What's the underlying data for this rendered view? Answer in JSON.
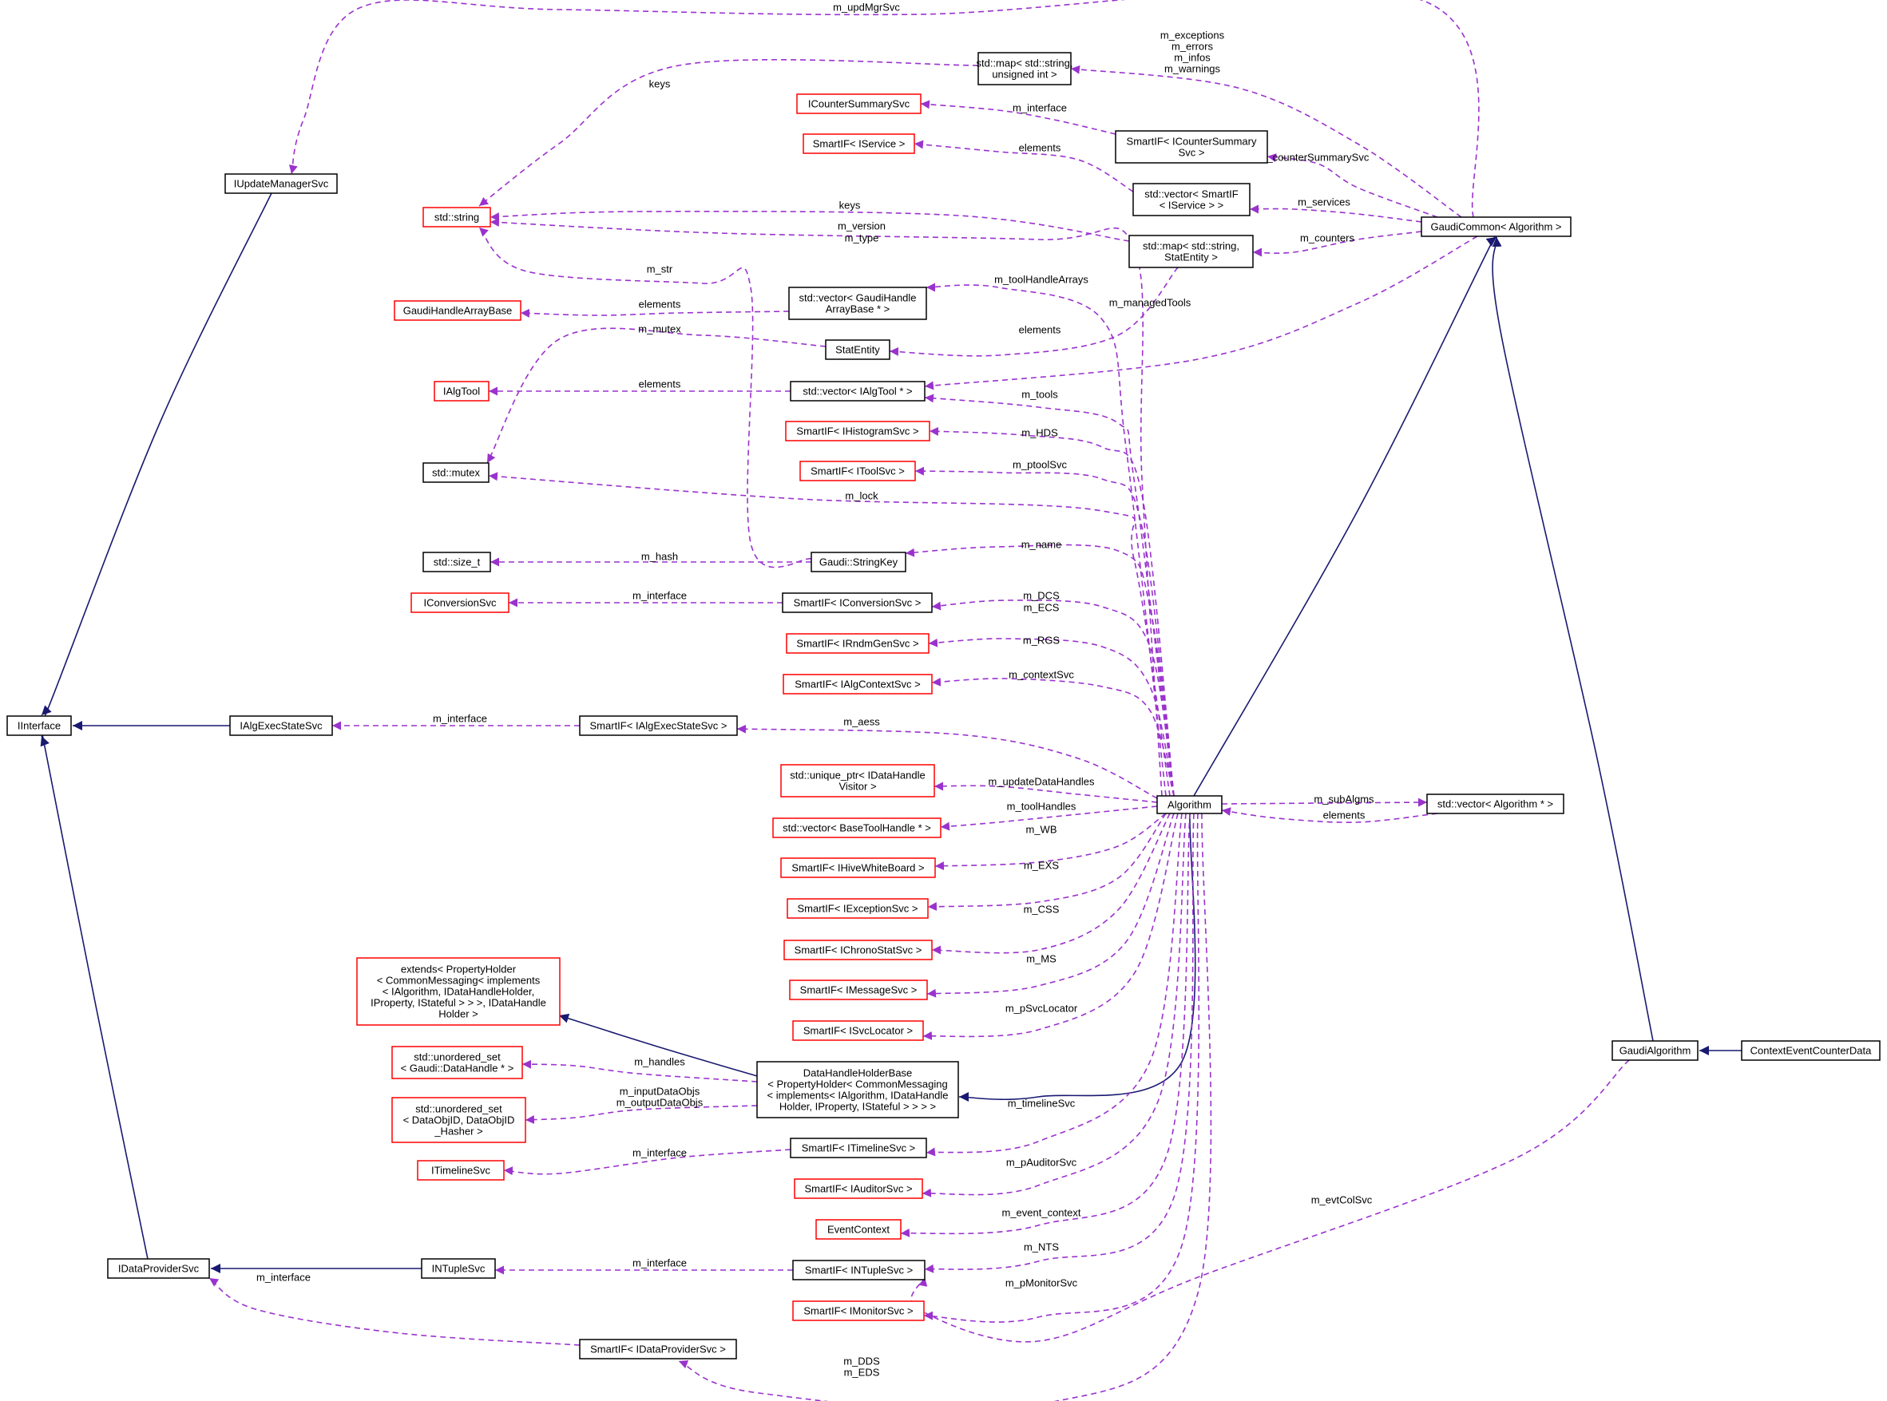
{
  "colors": {
    "inherit_edge": "#191970",
    "member_edge": "#9a32cd",
    "complete_border": "#000000",
    "incomplete_border": "#ff0000",
    "focus_fill": "#bfbfbf"
  },
  "nodes": [
    {
      "id": "IUpdateManagerSvc",
      "lines": [
        "IUpdateManagerSvc"
      ],
      "border": "black"
    },
    {
      "id": "IInterface",
      "lines": [
        "IInterface"
      ],
      "border": "black"
    },
    {
      "id": "IAlgExecStateSvc",
      "lines": [
        "IAlgExecStateSvc"
      ],
      "border": "black"
    },
    {
      "id": "IDataProviderSvc",
      "lines": [
        "IDataProviderSvc"
      ],
      "border": "black"
    },
    {
      "id": "INTupleSvc",
      "lines": [
        "INTupleSvc"
      ],
      "border": "black"
    },
    {
      "id": "std_string",
      "lines": [
        "std::string"
      ],
      "border": "red"
    },
    {
      "id": "GaudiHandleArrayBase",
      "lines": [
        "GaudiHandleArrayBase"
      ],
      "border": "red"
    },
    {
      "id": "IAlgTool",
      "lines": [
        "IAlgTool"
      ],
      "border": "red"
    },
    {
      "id": "std_mutex",
      "lines": [
        "std::mutex"
      ],
      "border": "black"
    },
    {
      "id": "std_size_t",
      "lines": [
        "std::size_t"
      ],
      "border": "black"
    },
    {
      "id": "IConversionSvc",
      "lines": [
        "IConversionSvc"
      ],
      "border": "red"
    },
    {
      "id": "extends_ph",
      "lines": [
        "extends< PropertyHolder",
        "< CommonMessaging< implements",
        "< IAlgorithm, IDataHandleHolder,",
        "IProperty, IStateful > > >, IDataHandle",
        "Holder >"
      ],
      "border": "red"
    },
    {
      "id": "uset_handle",
      "lines": [
        "std::unordered_set",
        "< Gaudi::DataHandle * >"
      ],
      "border": "red"
    },
    {
      "id": "uset_dataobj",
      "lines": [
        "std::unordered_set",
        "< DataObjID, DataObjID",
        "_Hasher >"
      ],
      "border": "red"
    },
    {
      "id": "ITimelineSvc",
      "lines": [
        "ITimelineSvc"
      ],
      "border": "red"
    },
    {
      "id": "map_string_uint",
      "lines": [
        "std::map< std::string,",
        "unsigned int >"
      ],
      "border": "black"
    },
    {
      "id": "ICounterSummarySvc",
      "lines": [
        "ICounterSummarySvc"
      ],
      "border": "red"
    },
    {
      "id": "SmartIF_IService",
      "lines": [
        "SmartIF< IService >"
      ],
      "border": "red"
    },
    {
      "id": "vec_GaudiHandleArrayBase",
      "lines": [
        "std::vector< GaudiHandle",
        "ArrayBase * >"
      ],
      "border": "black"
    },
    {
      "id": "StatEntity",
      "lines": [
        "StatEntity"
      ],
      "border": "black"
    },
    {
      "id": "vec_IAlgTool",
      "lines": [
        "std::vector< IAlgTool * >"
      ],
      "border": "black"
    },
    {
      "id": "SmartIF_IHistogramSvc",
      "lines": [
        "SmartIF< IHistogramSvc >"
      ],
      "border": "red"
    },
    {
      "id": "SmartIF_IToolSvc",
      "lines": [
        "SmartIF< IToolSvc >"
      ],
      "border": "red"
    },
    {
      "id": "Gaudi_StringKey",
      "lines": [
        "Gaudi::StringKey"
      ],
      "border": "black"
    },
    {
      "id": "SmartIF_IConversionSvc",
      "lines": [
        "SmartIF< IConversionSvc >"
      ],
      "border": "black"
    },
    {
      "id": "SmartIF_IRndmGenSvc",
      "lines": [
        "SmartIF< IRndmGenSvc >"
      ],
      "border": "red"
    },
    {
      "id": "SmartIF_IAlgContextSvc",
      "lines": [
        "SmartIF< IAlgContextSvc >"
      ],
      "border": "red"
    },
    {
      "id": "SmartIF_IAlgExecStateSvc",
      "lines": [
        "SmartIF< IAlgExecStateSvc >"
      ],
      "border": "black"
    },
    {
      "id": "uptr_IDataHandleVisitor",
      "lines": [
        "std::unique_ptr< IDataHandle",
        "Visitor >"
      ],
      "border": "red"
    },
    {
      "id": "vec_BaseToolHandle",
      "lines": [
        "std::vector< BaseToolHandle * >"
      ],
      "border": "red"
    },
    {
      "id": "SmartIF_IHiveWhiteBoard",
      "lines": [
        "SmartIF< IHiveWhiteBoard >"
      ],
      "border": "red"
    },
    {
      "id": "SmartIF_IExceptionSvc",
      "lines": [
        "SmartIF< IExceptionSvc >"
      ],
      "border": "red"
    },
    {
      "id": "SmartIF_IChronoStatSvc",
      "lines": [
        "SmartIF< IChronoStatSvc >"
      ],
      "border": "red"
    },
    {
      "id": "SmartIF_IMessageSvc",
      "lines": [
        "SmartIF< IMessageSvc >"
      ],
      "border": "red"
    },
    {
      "id": "SmartIF_ISvcLocator",
      "lines": [
        "SmartIF< ISvcLocator >"
      ],
      "border": "red"
    },
    {
      "id": "DataHandleHolderBase",
      "lines": [
        "DataHandleHolderBase",
        "< PropertyHolder< CommonMessaging",
        "< implements< IAlgorithm, IDataHandle",
        "Holder, IProperty, IStateful > > > >"
      ],
      "border": "black"
    },
    {
      "id": "SmartIF_ITimelineSvc",
      "lines": [
        "SmartIF< ITimelineSvc >"
      ],
      "border": "black"
    },
    {
      "id": "SmartIF_IAuditorSvc",
      "lines": [
        "SmartIF< IAuditorSvc >"
      ],
      "border": "red"
    },
    {
      "id": "EventContext",
      "lines": [
        "EventContext"
      ],
      "border": "red"
    },
    {
      "id": "SmartIF_INTupleSvc",
      "lines": [
        "SmartIF< INTupleSvc >"
      ],
      "border": "black"
    },
    {
      "id": "SmartIF_IMonitorSvc",
      "lines": [
        "SmartIF< IMonitorSvc >"
      ],
      "border": "red"
    },
    {
      "id": "SmartIF_IDataProviderSvc",
      "lines": [
        "SmartIF< IDataProviderSvc >"
      ],
      "border": "black"
    },
    {
      "id": "SmartIF_ICounterSummarySvc",
      "lines": [
        "SmartIF< ICounterSummary",
        "Svc >"
      ],
      "border": "black"
    },
    {
      "id": "vec_SmartIF_IService",
      "lines": [
        "std::vector< SmartIF",
        "< IService > >"
      ],
      "border": "black"
    },
    {
      "id": "map_string_StatEntity",
      "lines": [
        "std::map< std::string,",
        "StatEntity >"
      ],
      "border": "black"
    },
    {
      "id": "GaudiCommon",
      "lines": [
        "GaudiCommon< Algorithm >"
      ],
      "border": "black"
    },
    {
      "id": "Algorithm",
      "lines": [
        "Algorithm"
      ],
      "border": "black"
    },
    {
      "id": "vec_Algorithm",
      "lines": [
        "std::vector< Algorithm * >"
      ],
      "border": "black"
    },
    {
      "id": "GaudiAlgorithm",
      "lines": [
        "GaudiAlgorithm"
      ],
      "border": "black"
    },
    {
      "id": "ContextEventCounterData",
      "lines": [
        "ContextEventCounterData"
      ],
      "border": "focus"
    }
  ],
  "edges": [
    {
      "kind": "inherit",
      "from": "IUpdateManagerSvc",
      "to": "IInterface"
    },
    {
      "kind": "inherit",
      "from": "IAlgExecStateSvc",
      "to": "IInterface"
    },
    {
      "kind": "inherit",
      "from": "IDataProviderSvc",
      "to": "IInterface"
    },
    {
      "kind": "inherit",
      "from": "INTupleSvc",
      "to": "IDataProviderSvc"
    },
    {
      "kind": "inherit",
      "from": "Algorithm",
      "to": "GaudiCommon"
    },
    {
      "kind": "inherit",
      "from": "DataHandleHolderBase",
      "to": "extends_ph"
    },
    {
      "kind": "inherit",
      "from": "Algorithm",
      "to": "DataHandleHolderBase"
    },
    {
      "kind": "inherit",
      "from": "GaudiAlgorithm",
      "to": "GaudiCommon"
    },
    {
      "kind": "inherit",
      "from": "ContextEventCounterData",
      "to": "GaudiAlgorithm"
    },
    {
      "kind": "member",
      "from": "GaudiCommon",
      "to": "IUpdateManagerSvc",
      "label": [
        "m_updMgrSvc"
      ]
    },
    {
      "kind": "member",
      "from": "map_string_uint",
      "to": "std_string",
      "label": [
        "keys"
      ]
    },
    {
      "kind": "member",
      "from": "GaudiCommon",
      "to": "map_string_uint",
      "label": [
        "m_exceptions",
        "m_errors",
        "m_infos",
        "m_warnings"
      ]
    },
    {
      "kind": "member",
      "from": "SmartIF_ICounterSummarySvc",
      "to": "ICounterSummarySvc",
      "label": [
        "m_interface"
      ]
    },
    {
      "kind": "member",
      "from": "vec_SmartIF_IService",
      "to": "SmartIF_IService",
      "label": [
        "elements"
      ]
    },
    {
      "kind": "member",
      "from": "GaudiCommon",
      "to": "SmartIF_ICounterSummarySvc",
      "label": [
        "m_counterSummarySvc"
      ]
    },
    {
      "kind": "member",
      "from": "GaudiCommon",
      "to": "vec_SmartIF_IService",
      "label": [
        "m_services"
      ]
    },
    {
      "kind": "member",
      "from": "map_string_StatEntity",
      "to": "std_string",
      "label": [
        "keys"
      ]
    },
    {
      "kind": "member",
      "from": "GaudiCommon",
      "to": "map_string_StatEntity",
      "label": [
        "m_counters"
      ]
    },
    {
      "kind": "member",
      "from": "Algorithm",
      "to": "std_string",
      "label": [
        "m_version",
        "m_type"
      ]
    },
    {
      "kind": "member",
      "from": "Gaudi_StringKey",
      "to": "std_string",
      "label": [
        "m_str"
      ]
    },
    {
      "kind": "member",
      "from": "vec_GaudiHandleArrayBase",
      "to": "GaudiHandleArrayBase",
      "label": [
        "elements"
      ]
    },
    {
      "kind": "member",
      "from": "Algorithm",
      "to": "vec_GaudiHandleArrayBase",
      "label": [
        "m_toolHandleArrays"
      ]
    },
    {
      "kind": "member",
      "from": "StatEntity",
      "to": "std_mutex",
      "label": [
        "m_mutex"
      ]
    },
    {
      "kind": "member",
      "from": "map_string_StatEntity",
      "to": "StatEntity",
      "label": [
        "elements"
      ]
    },
    {
      "kind": "member",
      "from": "GaudiCommon",
      "to": "vec_IAlgTool",
      "label": [
        "m_managedTools"
      ]
    },
    {
      "kind": "member",
      "from": "vec_IAlgTool",
      "to": "IAlgTool",
      "label": [
        "elements"
      ]
    },
    {
      "kind": "member",
      "from": "Algorithm",
      "to": "vec_IAlgTool",
      "label": [
        "m_tools"
      ]
    },
    {
      "kind": "member",
      "from": "Algorithm",
      "to": "SmartIF_IHistogramSvc",
      "label": [
        "m_HDS"
      ]
    },
    {
      "kind": "member",
      "from": "Algorithm",
      "to": "SmartIF_IToolSvc",
      "label": [
        "m_ptoolSvc"
      ]
    },
    {
      "kind": "member",
      "from": "Algorithm",
      "to": "std_mutex",
      "label": [
        "m_lock"
      ]
    },
    {
      "kind": "member",
      "from": "Gaudi_StringKey",
      "to": "std_size_t",
      "label": [
        "m_hash"
      ]
    },
    {
      "kind": "member",
      "from": "Algorithm",
      "to": "Gaudi_StringKey",
      "label": [
        "m_name"
      ]
    },
    {
      "kind": "member",
      "from": "SmartIF_IConversionSvc",
      "to": "IConversionSvc",
      "label": [
        "m_interface"
      ]
    },
    {
      "kind": "member",
      "from": "Algorithm",
      "to": "SmartIF_IConversionSvc",
      "label": [
        "m_DCS",
        "m_ECS"
      ]
    },
    {
      "kind": "member",
      "from": "Algorithm",
      "to": "SmartIF_IRndmGenSvc",
      "label": [
        "m_RGS"
      ]
    },
    {
      "kind": "member",
      "from": "Algorithm",
      "to": "SmartIF_IAlgContextSvc",
      "label": [
        "m_contextSvc"
      ]
    },
    {
      "kind": "member",
      "from": "SmartIF_IAlgExecStateSvc",
      "to": "IAlgExecStateSvc",
      "label": [
        "m_interface"
      ]
    },
    {
      "kind": "member",
      "from": "Algorithm",
      "to": "SmartIF_IAlgExecStateSvc",
      "label": [
        "m_aess"
      ]
    },
    {
      "kind": "member",
      "from": "Algorithm",
      "to": "uptr_IDataHandleVisitor",
      "label": [
        "m_updateDataHandles"
      ]
    },
    {
      "kind": "member",
      "from": "Algorithm",
      "to": "vec_BaseToolHandle",
      "label": [
        "m_toolHandles"
      ]
    },
    {
      "kind": "member",
      "from": "Algorithm",
      "to": "vec_Algorithm",
      "label": [
        "m_subAlgms"
      ]
    },
    {
      "kind": "member",
      "from": "vec_Algorithm",
      "to": "Algorithm",
      "label": [
        "elements"
      ]
    },
    {
      "kind": "member",
      "from": "Algorithm",
      "to": "SmartIF_IHiveWhiteBoard",
      "label": [
        "m_WB"
      ]
    },
    {
      "kind": "member",
      "from": "Algorithm",
      "to": "SmartIF_IExceptionSvc",
      "label": [
        "m_EXS"
      ]
    },
    {
      "kind": "member",
      "from": "Algorithm",
      "to": "SmartIF_IChronoStatSvc",
      "label": [
        "m_CSS"
      ]
    },
    {
      "kind": "member",
      "from": "Algorithm",
      "to": "SmartIF_IMessageSvc",
      "label": [
        "m_MS"
      ]
    },
    {
      "kind": "member",
      "from": "Algorithm",
      "to": "SmartIF_ISvcLocator",
      "label": [
        "m_pSvcLocator"
      ]
    },
    {
      "kind": "member",
      "from": "DataHandleHolderBase",
      "to": "uset_handle",
      "label": [
        "m_handles"
      ]
    },
    {
      "kind": "member",
      "from": "DataHandleHolderBase",
      "to": "uset_dataobj",
      "label": [
        "m_inputDataObjs",
        "m_outputDataObjs"
      ]
    },
    {
      "kind": "member",
      "from": "Algorithm",
      "to": "SmartIF_ITimelineSvc",
      "label": [
        "m_timelineSvc"
      ]
    },
    {
      "kind": "member",
      "from": "SmartIF_ITimelineSvc",
      "to": "ITimelineSvc",
      "label": [
        "m_interface"
      ]
    },
    {
      "kind": "member",
      "from": "Algorithm",
      "to": "SmartIF_IAuditorSvc",
      "label": [
        "m_pAuditorSvc"
      ]
    },
    {
      "kind": "member",
      "from": "Algorithm",
      "to": "EventContext",
      "label": [
        "m_event_context"
      ]
    },
    {
      "kind": "member",
      "from": "Algorithm",
      "to": "SmartIF_INTupleSvc",
      "label": [
        "m_NTS"
      ]
    },
    {
      "kind": "member",
      "from": "SmartIF_INTupleSvc",
      "to": "INTupleSvc",
      "label": [
        "m_interface"
      ]
    },
    {
      "kind": "member",
      "from": "GaudiAlgorithm",
      "to": "SmartIF_INTupleSvc",
      "label": [
        "m_evtColSvc"
      ]
    },
    {
      "kind": "member",
      "from": "Algorithm",
      "to": "SmartIF_IMonitorSvc",
      "label": [
        "m_pMonitorSvc"
      ]
    },
    {
      "kind": "member",
      "from": "SmartIF_IDataProviderSvc",
      "to": "IDataProviderSvc",
      "label": [
        "m_interface"
      ]
    },
    {
      "kind": "member",
      "from": "Algorithm",
      "to": "SmartIF_IDataProviderSvc",
      "label": [
        "m_DDS",
        "m_EDS"
      ]
    }
  ]
}
